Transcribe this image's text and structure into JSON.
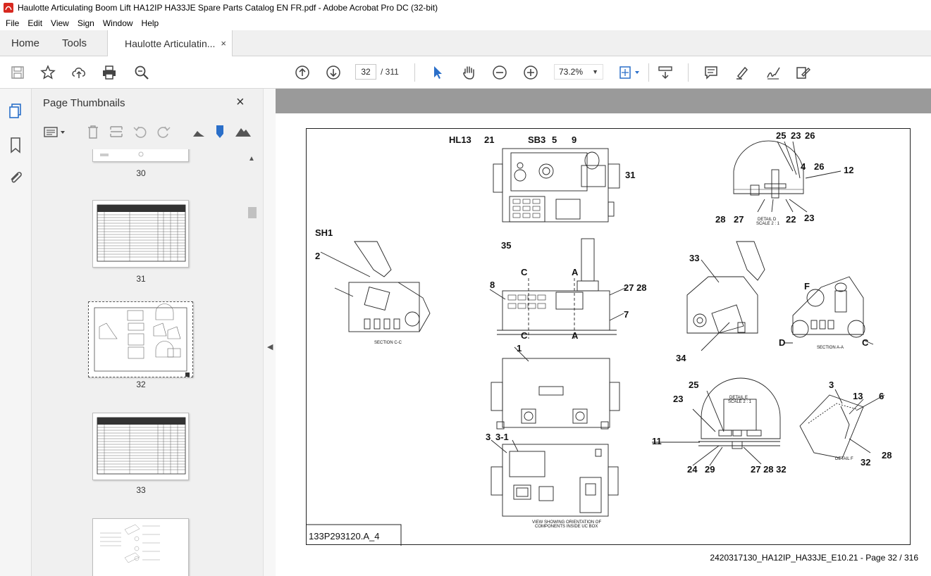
{
  "window": {
    "title": "Haulotte Articulating Boom Lift HA12IP HA33JE Spare Parts Catalog EN FR.pdf - Adobe Acrobat Pro DC (32-bit)"
  },
  "menu": [
    "File",
    "Edit",
    "View",
    "Sign",
    "Window",
    "Help"
  ],
  "tabs": {
    "home": "Home",
    "tools": "Tools",
    "document": "Haulotte Articulatin...",
    "close_glyph": "×"
  },
  "toolbar": {
    "current_page": "32",
    "page_total": "/ 311",
    "zoom": "73.2%",
    "icons": [
      "save-icon",
      "bookmark-star-icon",
      "upload-icon",
      "print-icon",
      "zoom-search-icon",
      "page-up-icon",
      "page-down-icon",
      "select-arrow-icon",
      "hand-tool-icon",
      "zoom-out-icon",
      "zoom-in-icon",
      "fit-page-icon",
      "scroll-mode-icon",
      "comment-icon",
      "highlight-icon",
      "sign-icon",
      "redact-icon"
    ]
  },
  "panel": {
    "title": "Page Thumbnails",
    "close_glyph": "×",
    "thumbnails": [
      {
        "label": "30"
      },
      {
        "label": "31"
      },
      {
        "label": "32"
      },
      {
        "label": "33"
      }
    ]
  },
  "document": {
    "drawing_code": "133P293120.A_4",
    "footer": "2420317130_HA12IP_HA33JE_E10.21 - Page 32 / 316",
    "callouts": {
      "hl13": "HL13",
      "sb3": "SB3",
      "sh1": "SH1",
      "n21": "21",
      "n5": "5",
      "n9": "9",
      "n31": "31",
      "n35": "35",
      "n25a": "25",
      "n23a": "23",
      "n26a": "26",
      "n4": "4",
      "n26b": "26",
      "n12": "12",
      "n28a": "28",
      "n27a": "27",
      "n22": "22",
      "n23b": "23",
      "n2": "2",
      "n8": "8",
      "n2728": "27 28",
      "n7": "7",
      "n1": "1",
      "n33": "33",
      "n34": "34",
      "n3a": "3",
      "n31dash": "3-1",
      "n25b": "25",
      "n23c": "23",
      "n11": "11",
      "n24": "24",
      "n29": "29",
      "n272832": "27 28 32",
      "n3b": "3",
      "n13": "13",
      "n6": "6",
      "n28b": "28",
      "n32": "32",
      "c1": "C",
      "c2": "C",
      "a1": "A",
      "a2": "A",
      "f": "F",
      "d": "D",
      "c3": "C"
    },
    "captions": {
      "section_cc": "SECTION C-C",
      "section_aa": "SECTION A-A",
      "detail_d": "DETAIL D",
      "scale_d": "SCALE 2 : 1",
      "detail_e": "DETAIL E",
      "scale_e": "SCALE 2 : 1",
      "detail_f": "DETAIL F",
      "view_note_1": "VIEW SHOWING ORIENTATION OF",
      "view_note_2": "COMPONENTS INSIDE UC BOX"
    }
  }
}
